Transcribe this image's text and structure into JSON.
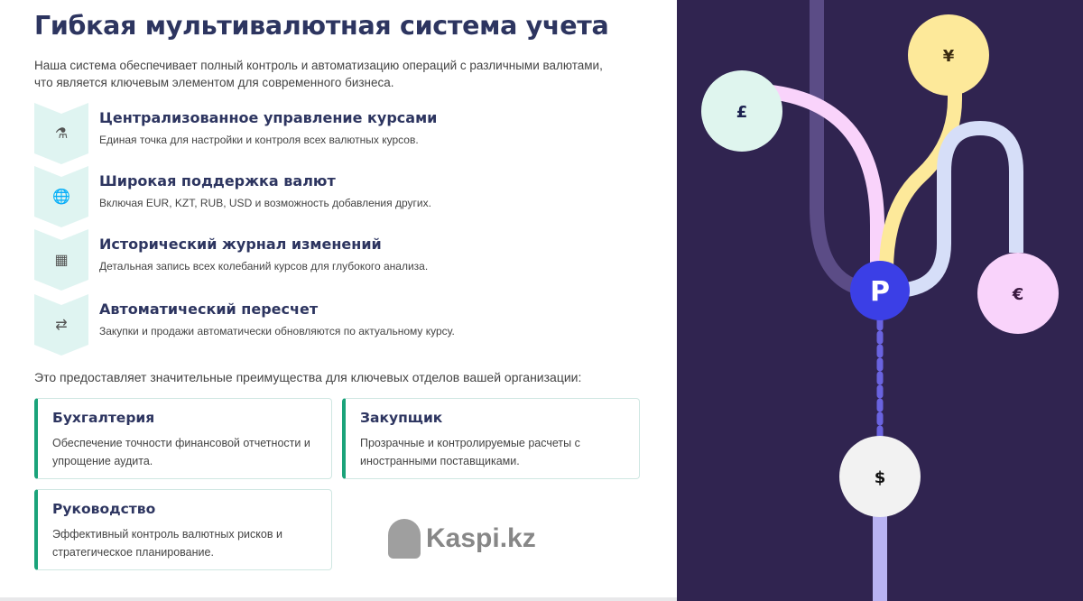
{
  "title": "Гибкая мультивалютная система учета",
  "watermark": "Kaspi.kz",
  "intro": "Наша система обеспечивает полный контроль и автоматизацию операций с различными валютами, что является ключевым элементом для современного бизнеса.",
  "features": [
    {
      "icon": "flask-icon",
      "glyph": "⚗",
      "title": "Централизованное управление курсами",
      "desc": "Единая точка для настройки и контроля всех валютных курсов."
    },
    {
      "icon": "globe-icon",
      "glyph": "🌐",
      "title": "Широкая поддержка валют",
      "desc": "Включая EUR, KZT, RUB, USD и возможность добавления других."
    },
    {
      "icon": "calendar-icon",
      "glyph": "▦",
      "title": "Исторический журнал изменений",
      "desc": "Детальная запись всех колебаний курсов для глубокого анализа."
    },
    {
      "icon": "refresh-icon",
      "glyph": "⇄",
      "title": "Автоматический пересчет",
      "desc": "Закупки и продажи автоматически обновляются по актуальному курсу."
    }
  ],
  "benefit_text": "Это предоставляет значительные преимущества для ключевых отделов вашей организации:",
  "cards": [
    {
      "title": "Бухгалтерия",
      "desc": "Обеспечение точности финансовой отчетности и упрощение аудита."
    },
    {
      "title": "Закупщик",
      "desc": "Прозрачные и контролируемые расчеты с иностранными поставщиками."
    },
    {
      "title": "Руководство",
      "desc": "Эффективный контроль валютных рисков и стратегическое планирование."
    }
  ],
  "illustration": {
    "currencies": {
      "pound": "£",
      "yen": "¥",
      "euro": "€",
      "dollar": "$"
    },
    "hub": "P",
    "colors": {
      "bg": "#302450",
      "hub": "#3b3fe6",
      "pound": "#dff5ee",
      "yen": "#fde99a",
      "euro": "#f9d3fb",
      "dollar": "#f2f2f2"
    }
  }
}
